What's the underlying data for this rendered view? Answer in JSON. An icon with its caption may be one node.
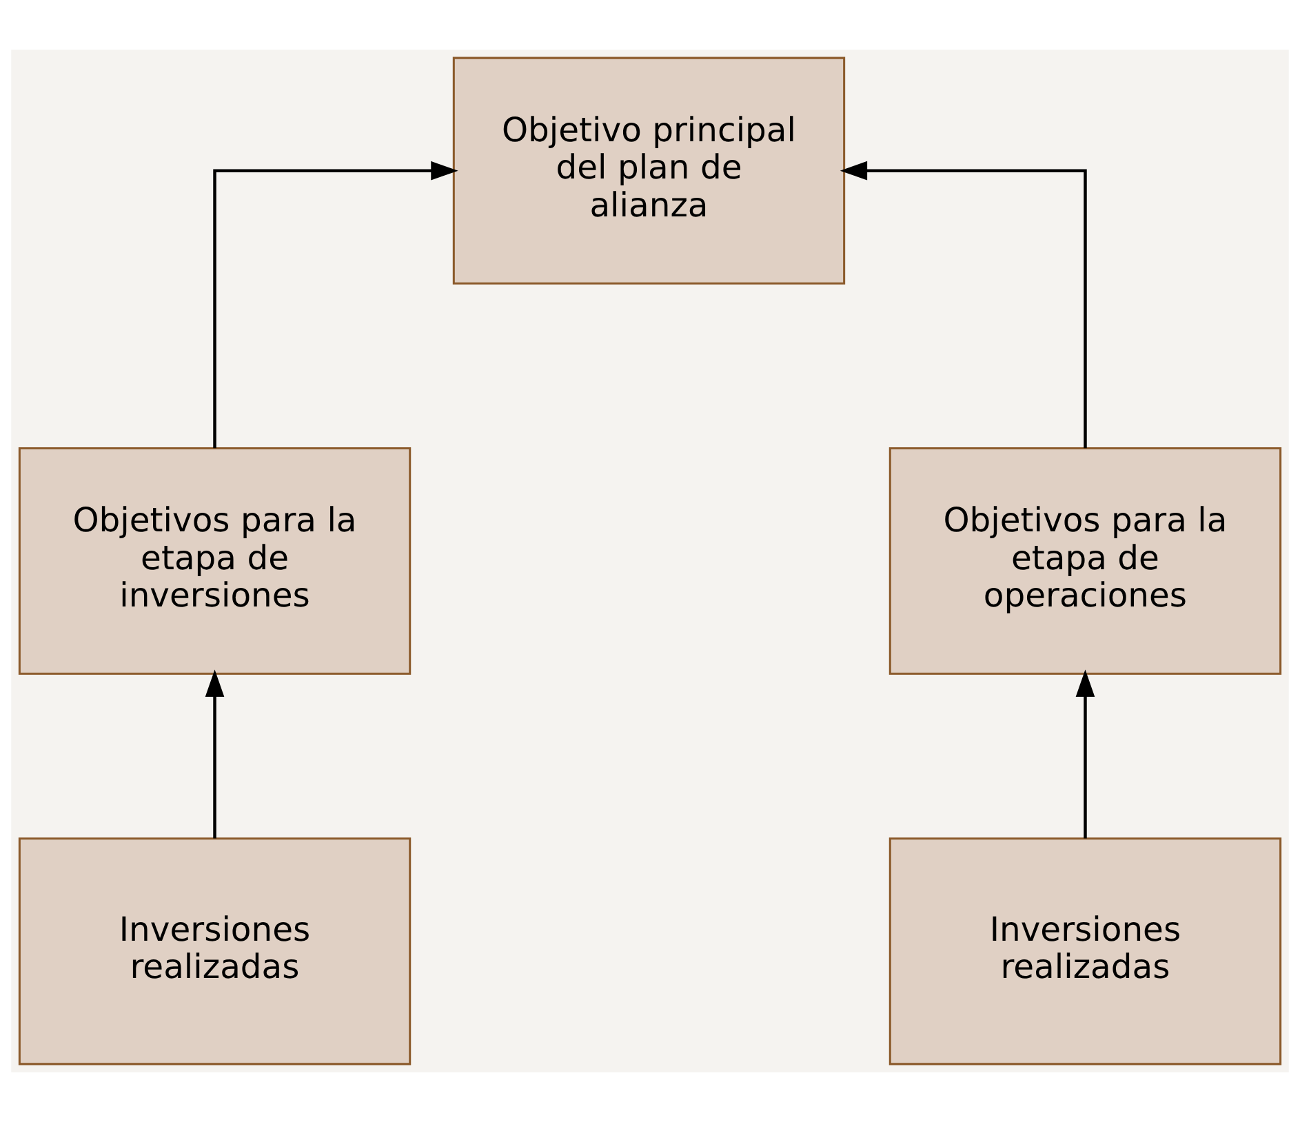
{
  "diagram": {
    "nodes": [
      {
        "text": [
          "Objetivo principal del plan de alianza"
        ]
      },
      {
        "text": [
          "Objetivos para la etapa de inversiones"
        ]
      },
      {
        "text": [
          "Objetivos para la etapa de operaciones"
        ]
      },
      {
        "text": [
          "Inversiones realizadas"
        ]
      },
      {
        "text": [
          "Inversiones realizadas"
        ]
      }
    ],
    "edges": [
      {
        "from": 1,
        "to": 0,
        "arrow": "to"
      },
      {
        "from": 2,
        "to": 0,
        "arrow": "to"
      },
      {
        "from": 3,
        "to": 1,
        "arrow": "to"
      },
      {
        "from": 4,
        "to": 2,
        "arrow": "to"
      }
    ]
  }
}
